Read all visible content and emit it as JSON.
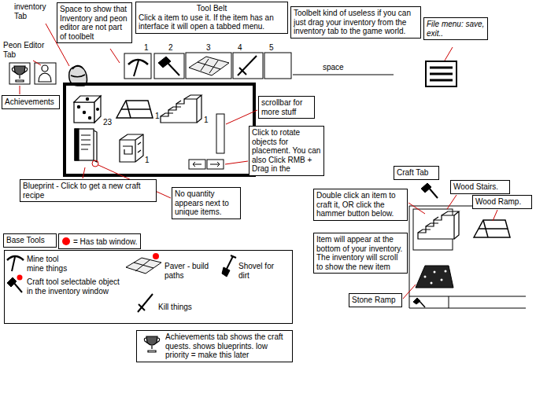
{
  "diagram": {
    "nodes": [
      {
        "text": [
          "Space to show that Inventory and peon editor are not part of toolbelt"
        ]
      },
      {
        "text": [
          "Tool Belt",
          "Click a item to use it. If the item has an interface it will open a tabbed menu."
        ]
      },
      {
        "text": [
          "Toolbelt kind of useless if you can just drag your inventory from the inventory tab to the game world."
        ]
      },
      {
        "text": [
          "File menu: save, exit.."
        ]
      },
      {
        "text": [
          "Achievements"
        ]
      },
      {
        "text": [
          "scrollbar for more stuff"
        ]
      },
      {
        "text": [
          "Click to rotate objects for placement. You can also Click RMB + Drag in the"
        ]
      },
      {
        "text": [
          "Craft Tab"
        ]
      },
      {
        "text": [
          "Blueprint - Click to get a new craft recipe"
        ]
      },
      {
        "text": [
          "Wood Stairs."
        ]
      },
      {
        "text": [
          "No quantity appears next to unique items."
        ]
      },
      {
        "text": [
          "Double click an item to craft it, OR click the hammer button below."
        ]
      },
      {
        "text": [
          "Wood Ramp."
        ]
      },
      {
        "text": [
          "Item will appear at the bottom of your inventory. The inventory will scroll to show the new item"
        ]
      },
      {
        "text": [
          "Base Tools"
        ]
      },
      {
        "text": [
          "Mine tool mine things",
          "Paver - build paths",
          "Shovel for dirt",
          "Craft tool selectable object in the inventory window",
          "Kill things"
        ]
      },
      {
        "text": [
          "Stone Ramp"
        ]
      },
      {
        "text": [
          "Achievements tab shows the craft quests. shows blueprints. low priority = make this later"
        ]
      }
    ],
    "labels": [
      "inventory Tab",
      "Peon Editor Tab",
      "1",
      "2",
      "3",
      "4",
      "5",
      "space",
      "23",
      "1",
      "1",
      "1"
    ],
    "legend": [
      {
        "text": "= Has tab window.",
        "color": "#ff0000"
      }
    ]
  }
}
